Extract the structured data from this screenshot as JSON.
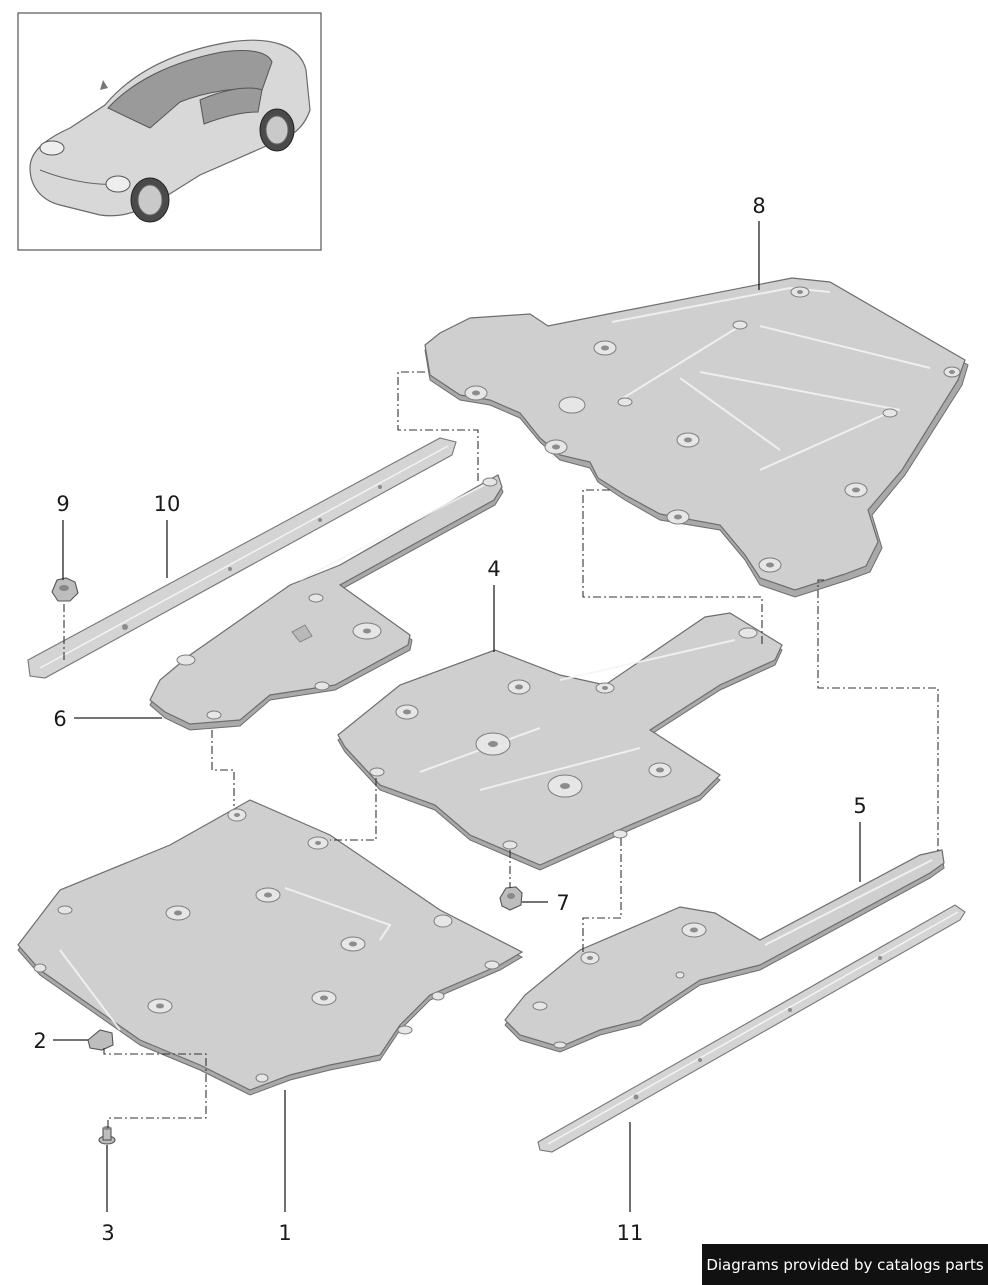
{
  "callouts": {
    "c1": "1",
    "c2": "2",
    "c3": "3",
    "c4": "4",
    "c5": "5",
    "c6": "6",
    "c7": "7",
    "c8": "8",
    "c9": "9",
    "c10": "10",
    "c11": "11"
  },
  "credit": "Diagrams provided by catalogs parts",
  "icons": {
    "thumbnail": "car-thumbnail-icon"
  },
  "colors": {
    "panel": "#cfcfcf",
    "credit_bg": "#111111",
    "credit_text": "#ffffff"
  }
}
